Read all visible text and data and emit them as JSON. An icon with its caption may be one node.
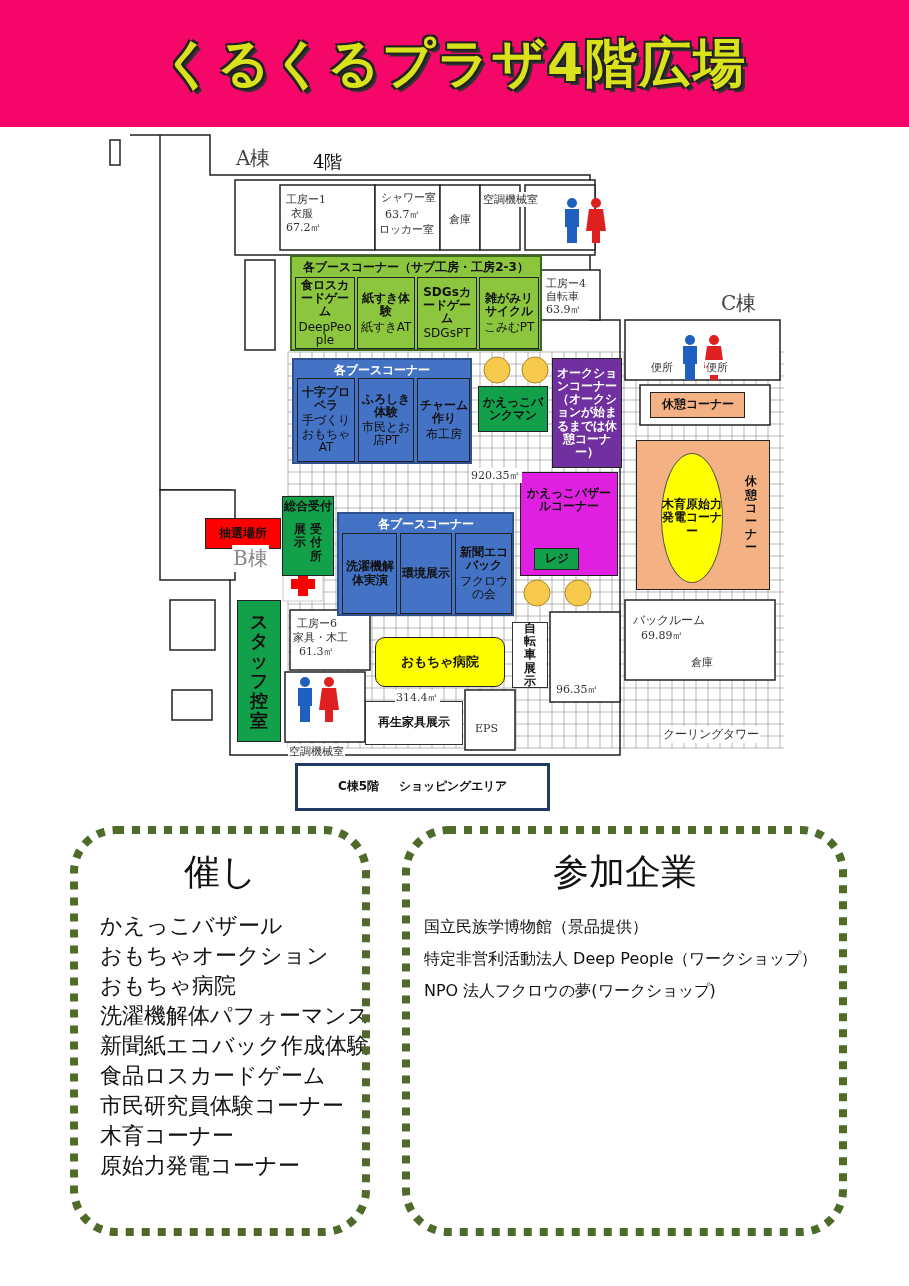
{
  "diagram": {
    "title": "くるくるプラザ4階広場",
    "nodes": [
      {
        "text": [
          "各ブースコーナー（サブ工房・工房2-3）"
        ]
      },
      {
        "text": [
          "食ロスカードゲーム",
          "DeepPeople"
        ],
        "in": 0
      },
      {
        "text": [
          "紙すき体験",
          "紙すきAT"
        ],
        "in": 0
      },
      {
        "text": [
          "SDGsカードゲーム",
          "SDGsPT"
        ],
        "in": 0
      },
      {
        "text": [
          "雑がみリサイクル",
          "こみむPT"
        ],
        "in": 0
      },
      {
        "text": [
          "各ブースコーナー"
        ]
      },
      {
        "text": [
          "十字プロペラ",
          "手づくりおもちゃAT"
        ],
        "in": 5
      },
      {
        "text": [
          "ふろしき体験",
          "市民とお店PT"
        ],
        "in": 5
      },
      {
        "text": [
          "チャーム作り",
          "布工房"
        ],
        "in": 5
      },
      {
        "text": [
          "かえっこバンクマン"
        ]
      },
      {
        "text": [
          "オークションコーナー",
          "（オークションが始まるまでは休憩コーナー）"
        ]
      },
      {
        "text": [
          "かえっこバザールコーナー"
        ]
      },
      {
        "text": [
          "レジ"
        ],
        "in": 11
      },
      {
        "text": [
          "休憩コーナー"
        ]
      },
      {
        "text": [
          "休憩コーナー"
        ]
      },
      {
        "text": [
          "木育原始力発電コーナー"
        ],
        "in": 14
      },
      {
        "text": [
          "抽選場所"
        ]
      },
      {
        "text": [
          "総合受付",
          "展示",
          "受付所"
        ]
      },
      {
        "text": [
          "各ブースコーナー"
        ]
      },
      {
        "text": [
          "洗濯機解体実演"
        ],
        "in": 18
      },
      {
        "text": [
          "環境展示"
        ],
        "in": 18
      },
      {
        "text": [
          "新聞エコバック",
          "フクロウの会"
        ],
        "in": 18
      },
      {
        "text": [
          "スタッフ控室"
        ]
      },
      {
        "text": [
          "おもちゃ病院"
        ]
      },
      {
        "text": [
          "自転車展示"
        ]
      },
      {
        "text": [
          "再生家具展示"
        ]
      },
      {
        "text": [
          "C棟5階",
          "ショッピングエリア"
        ]
      },
      {
        "text": [
          "催し",
          "かえっこバザール",
          "おもちゃオークション",
          "おもちゃ病院",
          "洗濯機解体パフォーマンス",
          "新聞紙エコバック作成体験",
          "食品ロスカードゲーム",
          "市民研究員体験コーナー",
          "木育コーナー",
          "原始力発電コーナー"
        ]
      },
      {
        "text": [
          "参加企業",
          "国立民族学博物館（景品提供）",
          "特定非営利活動法人 Deep People（ワークショップ）",
          "NPO 法人フクロウの夢(ワークショップ)"
        ]
      }
    ],
    "labels": [
      "A棟",
      "4階",
      "工房ー1",
      "衣服",
      "67.2㎡",
      "シャワー室",
      "63.7㎡",
      "ロッカー室",
      "倉庫",
      "空調機械室",
      "C棟",
      "工房ー4",
      "自転車",
      "63.9㎡",
      "便所",
      "便所",
      "920.35㎡",
      "B棟",
      "工房ー6",
      "家具・木工",
      "61.3㎡",
      "314.4㎡",
      "空調機械室",
      "EPS",
      "96.35㎡",
      "バックルーム",
      "69.89㎡",
      "倉庫",
      "クーリングタワー"
    ]
  }
}
